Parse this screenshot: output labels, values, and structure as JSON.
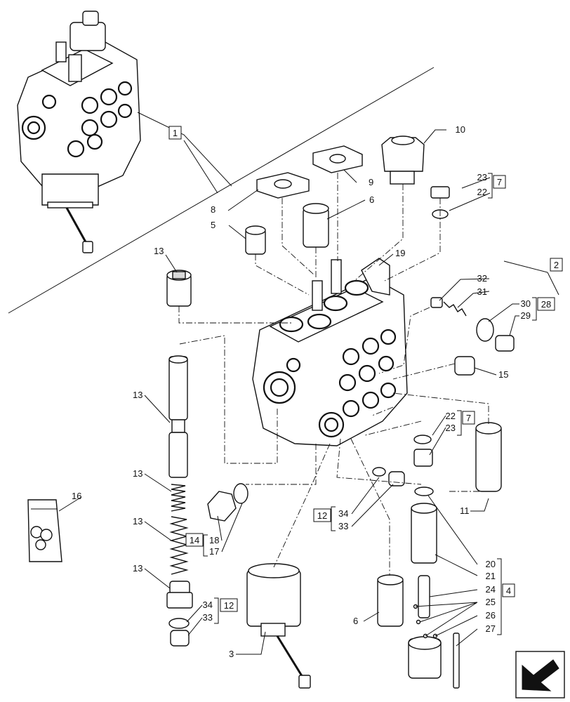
{
  "callouts": {
    "c1": "1",
    "c2": "2",
    "c3": "3",
    "c4": "4",
    "c5": "5",
    "c6a": "6",
    "c6b": "6",
    "c7a": "7",
    "c7b": "7",
    "c8": "8",
    "c9": "9",
    "c10": "10",
    "c11": "11",
    "c12a": "12",
    "c12b": "12",
    "c13a": "13",
    "c13b": "13",
    "c13c": "13",
    "c13d": "13",
    "c13e": "13",
    "c14": "14",
    "c15": "15",
    "c16": "16",
    "c17": "17",
    "c18": "18",
    "c19": "19",
    "c20": "20",
    "c21": "21",
    "c22a": "22",
    "c22b": "22",
    "c23a": "23",
    "c23b": "23",
    "c24": "24",
    "c25": "25",
    "c26": "26",
    "c27": "27",
    "c28": "28",
    "c29": "29",
    "c30": "30",
    "c31": "31",
    "c32": "32",
    "c33a": "33",
    "c33b": "33",
    "c34a": "34",
    "c34b": "34"
  }
}
